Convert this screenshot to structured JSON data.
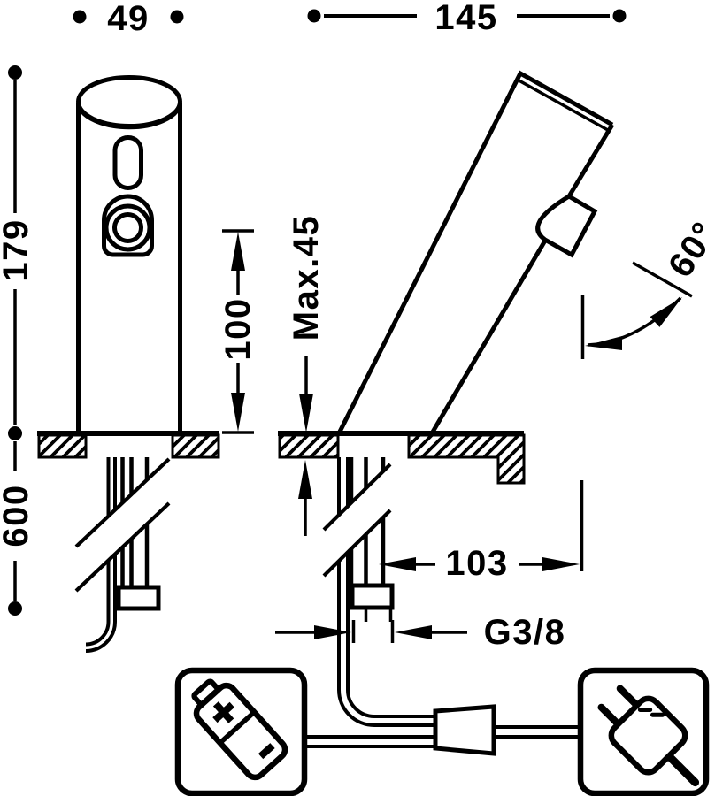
{
  "drawing": {
    "dim_width_front": "49",
    "dim_width_side": "145",
    "dim_body_height": "179",
    "dim_install_height": "600",
    "dim_sensor_height": "100",
    "dim_max_deck_thickness": "Max.45",
    "dim_spout_angle": "60°",
    "dim_hose_offset": "103",
    "dim_thread_size": "G3/8"
  },
  "icons": {
    "battery": "battery-icon",
    "plug": "power-plug-icon"
  },
  "colors": {
    "ink": "#000000",
    "paper": "#ffffff"
  }
}
